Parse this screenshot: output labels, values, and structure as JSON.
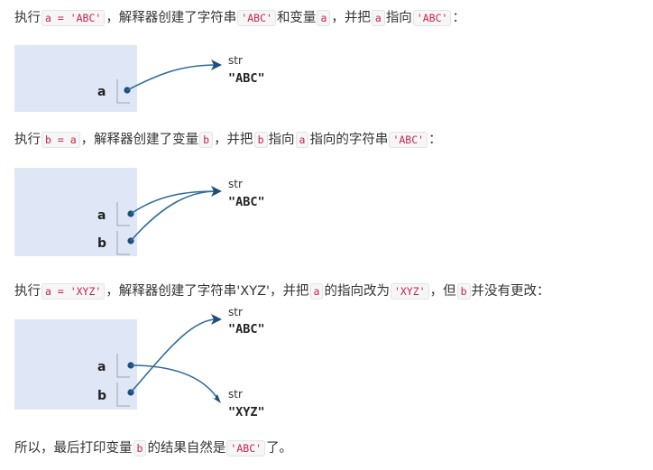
{
  "p1": {
    "t1": "执行",
    "c1": "a = 'ABC'",
    "t2": "，解释器创建了字符串",
    "c2": "'ABC'",
    "t3": "和变量",
    "c3": "a",
    "t4": "，并把",
    "c4": "a",
    "t5": "指向",
    "c5": "'ABC'",
    "t6": "："
  },
  "d1": {
    "var_a": "a",
    "str_type": "str",
    "str_value": "\"ABC\""
  },
  "p2": {
    "t1": "执行",
    "c1": "b = a",
    "t2": "，解释器创建了变量",
    "c2": "b",
    "t3": "，并把",
    "c3": "b",
    "t4": "指向",
    "c4": "a",
    "t5": "指向的字符串",
    "c5": "'ABC'",
    "t6": "："
  },
  "d2": {
    "var_a": "a",
    "var_b": "b",
    "str_type": "str",
    "str_value": "\"ABC\""
  },
  "p3": {
    "t1": "执行",
    "c1": "a = 'XYZ'",
    "t2": "，解释器创建了字符串'XYZ'，并把",
    "c2": "a",
    "t3": "的指向改为",
    "c3": "'XYZ'",
    "t4": "，但",
    "c4": "b",
    "t5": "并没有更改："
  },
  "d3": {
    "var_a": "a",
    "var_b": "b",
    "str1_type": "str",
    "str1_value": "\"ABC\"",
    "str2_type": "str",
    "str2_value": "\"XYZ\""
  },
  "p4": {
    "t1": "所以，最后打印变量",
    "c1": "b",
    "t2": "的结果自然是",
    "c2": "'ABC'",
    "t3": "了。"
  }
}
